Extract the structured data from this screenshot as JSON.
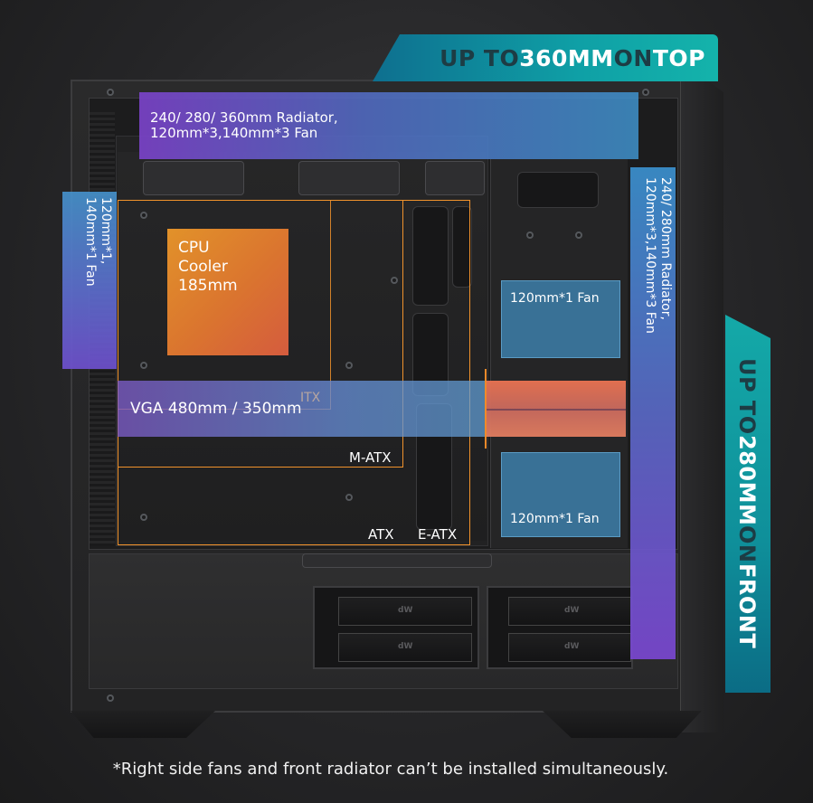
{
  "banners": {
    "top": {
      "dim1": "UP TO ",
      "lit1": "360MM",
      "dim2": " ON ",
      "lit2": "TOP"
    },
    "front": {
      "dim1": "UP TO ",
      "lit1": "280MM",
      "dim2": " ON ",
      "lit2": "FRONT"
    }
  },
  "zones": {
    "top_radiator": {
      "line1": "240/ 280/ 360mm Radiator,",
      "line2": "120mm*3,140mm*3 Fan"
    },
    "rear_fan": {
      "line1": "120mm*1,",
      "line2": "140mm*1 Fan"
    },
    "front_radiator": {
      "line1": "240/ 280mm Radiator,",
      "line2": "120mm*3,140mm*3 Fan"
    },
    "cpu_cooler": {
      "line1": "CPU",
      "line2": "Cooler",
      "line3": "185mm"
    },
    "side_fan_top": "120mm*1 Fan",
    "side_fan_bottom": "120mm*1 Fan",
    "vga": "VGA 480mm / 350mm"
  },
  "form_factors": {
    "itx": "ITX",
    "matx": "M-ATX",
    "atx": "ATX",
    "eatx": "E-ATX"
  },
  "drive_bays": {
    "logo": "dW"
  },
  "colors": {
    "banner_teal": "#14b3ab",
    "banner_dim_text": "#1d3c44",
    "accent_orange": "#f0922c",
    "overlay_purple": "#7a42c8",
    "overlay_blue": "#4096d2",
    "cpu_orange": "#e87a30",
    "vga_red": "#e26046"
  },
  "footnote": "*Right side fans and front radiator can’t be installed simultaneously."
}
